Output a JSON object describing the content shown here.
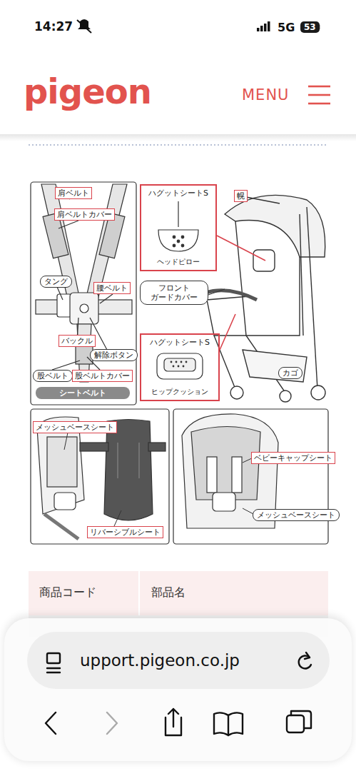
{
  "diagram": {
    "nodes": [
      {
        "text": [
          "肩ベルト"
        ]
      },
      {
        "text": [
          "ハグットシートS",
          "ヘッドピロー"
        ]
      },
      {
        "text": [
          "幌"
        ]
      },
      {
        "text": [
          "肩ベルトカバー"
        ]
      },
      {
        "text": [
          "タング"
        ]
      },
      {
        "text": [
          "腰ベルト"
        ]
      },
      {
        "text": [
          "フロント ガードカバー"
        ]
      },
      {
        "text": [
          "バックル"
        ]
      },
      {
        "text": [
          "解除ボタン"
        ]
      },
      {
        "text": [
          "ハグットシートS",
          "ヒップクッション"
        ]
      },
      {
        "text": [
          "股ベルト"
        ]
      },
      {
        "text": [
          "股ベルトカバー"
        ]
      },
      {
        "text": [
          "カゴ"
        ]
      },
      {
        "text": [
          "シートベルト"
        ]
      },
      {
        "text": [
          "メッシュベースシート"
        ]
      },
      {
        "text": [
          "ベビーキャップシート"
        ]
      },
      {
        "text": [
          "メッシュベースシート"
        ]
      },
      {
        "text": [
          "リバーシブルシート"
        ]
      }
    ],
    "labels": [
      "14:27",
      "5G",
      "53",
      "pigeon",
      "MENU",
      "商品コード",
      "部品名",
      "upport.pigeon.co.jp"
    ]
  }
}
